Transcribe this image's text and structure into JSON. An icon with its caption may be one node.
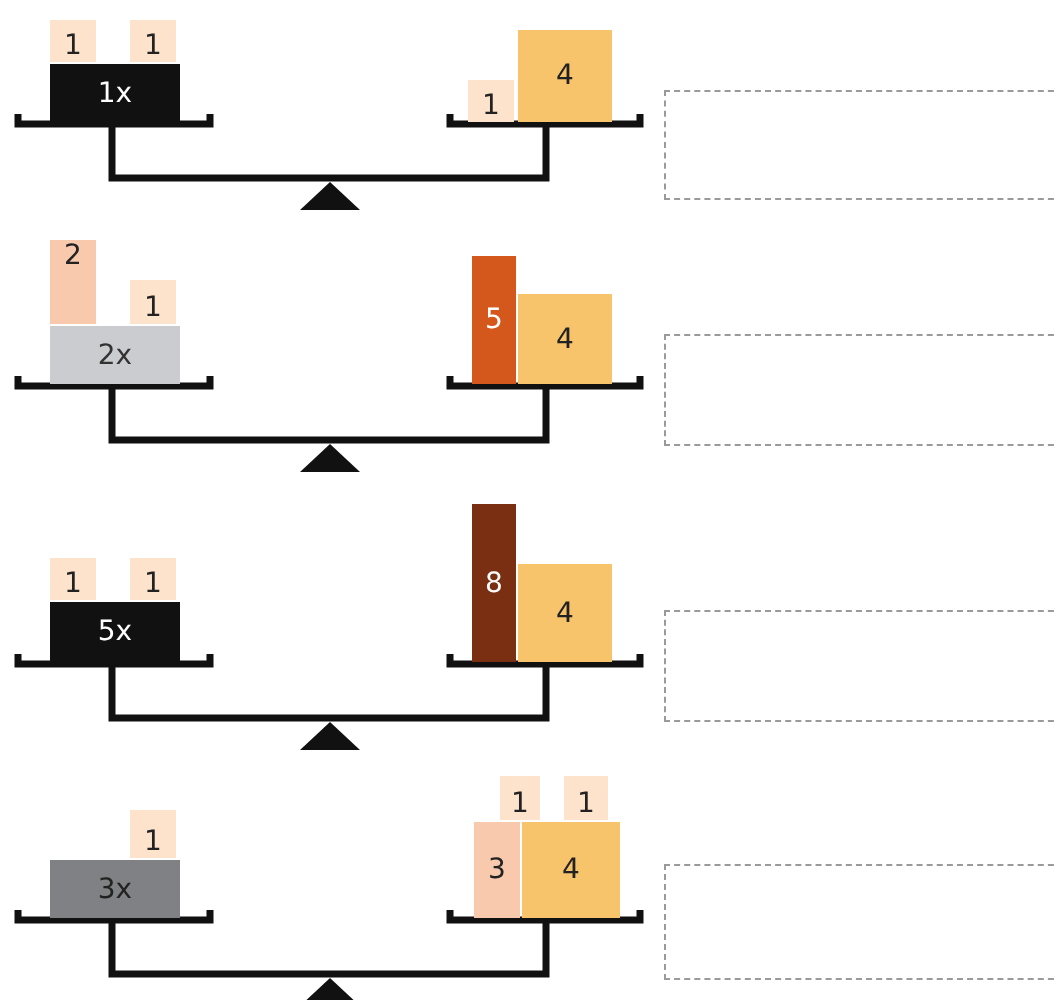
{
  "diagram": {
    "nodes": [
      {
        "text": [
          "1"
        ]
      },
      {
        "text": [
          "1"
        ]
      },
      {
        "text": [
          "1x"
        ]
      },
      {
        "text": [
          "1"
        ]
      },
      {
        "text": [
          "4"
        ]
      },
      {
        "text": [],
        "shape": "box"
      },
      {
        "text": [
          "2"
        ]
      },
      {
        "text": [
          "1"
        ]
      },
      {
        "text": [
          "2x"
        ]
      },
      {
        "text": [
          "5"
        ]
      },
      {
        "text": [
          "4"
        ]
      },
      {
        "text": [],
        "shape": "box"
      },
      {
        "text": [
          "1"
        ]
      },
      {
        "text": [
          "1"
        ]
      },
      {
        "text": [
          "5x"
        ]
      },
      {
        "text": [
          "8"
        ]
      },
      {
        "text": [
          "4"
        ]
      },
      {
        "text": [],
        "shape": "box"
      },
      {
        "text": [
          "1"
        ]
      },
      {
        "text": [
          "3x"
        ]
      },
      {
        "text": [
          "1"
        ]
      },
      {
        "text": [
          "1"
        ]
      },
      {
        "text": [
          "3"
        ]
      },
      {
        "text": [
          "4"
        ]
      },
      {
        "text": [],
        "shape": "box"
      }
    ]
  }
}
